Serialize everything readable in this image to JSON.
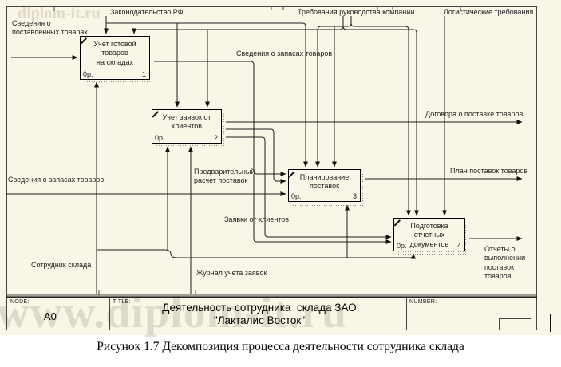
{
  "watermarks": {
    "top_left": "diplom-it.ru",
    "bottom": "www.diplom-it.ru"
  },
  "boxes": [
    {
      "title": "Учет готовой\nтоваров\nна складах",
      "cost": "0р.",
      "number": "1"
    },
    {
      "title": "Учет заявок от\nклиентов",
      "cost": "0р.",
      "number": "2"
    },
    {
      "title": "Планирование\nпоставок",
      "cost": "0р.",
      "number": "3"
    },
    {
      "title": "Подготовка\nотчетных документов",
      "cost": "0р.",
      "number": "4"
    }
  ],
  "arrow_labels": {
    "incoming_goods": "Сведения о\nпоставленных товарах",
    "legislation": "Законодательство РФ",
    "management_requirements": "Требования руководства компании",
    "logistics_requirements": "Логистические требования",
    "stock_info_top": "Сведения о запасах товаров",
    "stock_info_left": "Сведения о запасах товаров",
    "preliminary_calc": "Предварительный\nрасчет поставок",
    "client_orders": "Заявки от клиентов",
    "warehouse_employee": "Сотрудник склада",
    "orders_journal": "Журнал учета заявок",
    "supply_contracts": "Договора о поставке товаров",
    "supply_plan": "План поставок товаров",
    "reports": "Отчеты о\nвыполнении\nпоставок\nтоваров"
  },
  "title_bar": {
    "node_label": "NODE:",
    "node_value": "A0",
    "title_label": "TITLE:",
    "title_value": "Деятельность сотрудника  склада ЗАО\n\"Лакталис Восток\"",
    "number_label": "NUMBER:"
  },
  "caption": "Рисунок 1.7  Декомпозиция процесса деятельности сотрудника склада"
}
